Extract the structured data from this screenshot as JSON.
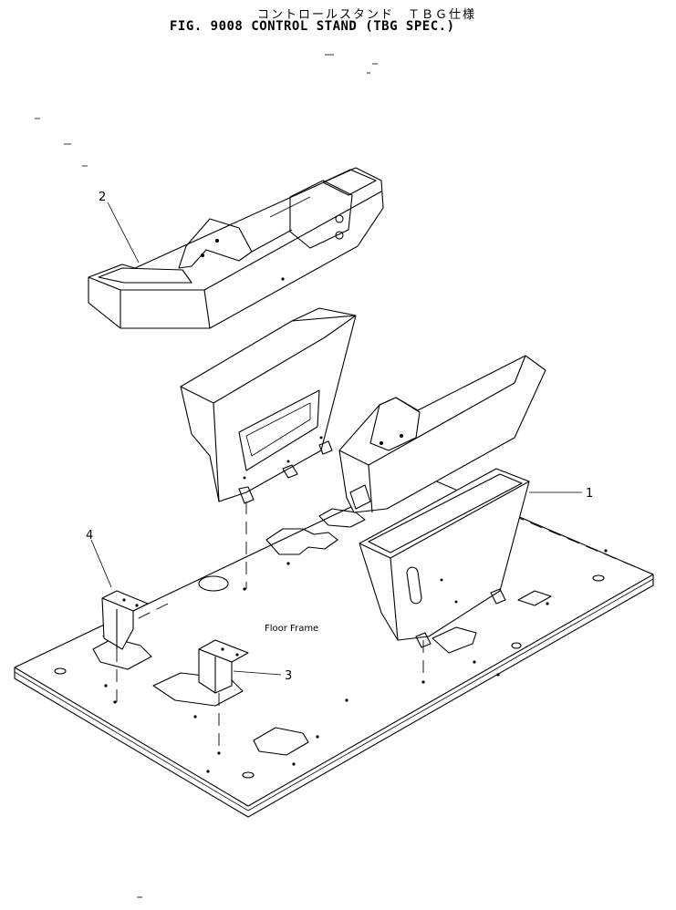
{
  "title": {
    "japanese": "コントロールスタンド　ＴＢＧ仕様",
    "english": "FIG. 9008   CONTROL STAND  (TBG SPEC.)"
  },
  "callouts": [
    "1",
    "2",
    "3",
    "4"
  ],
  "floor_label": "Floor Frame",
  "parts": [
    {
      "ref": "1",
      "name": "control-stand-lower-assembly"
    },
    {
      "ref": "2",
      "name": "control-stand-upper-console"
    },
    {
      "ref": "3",
      "name": "bracket"
    },
    {
      "ref": "4",
      "name": "bracket"
    }
  ]
}
